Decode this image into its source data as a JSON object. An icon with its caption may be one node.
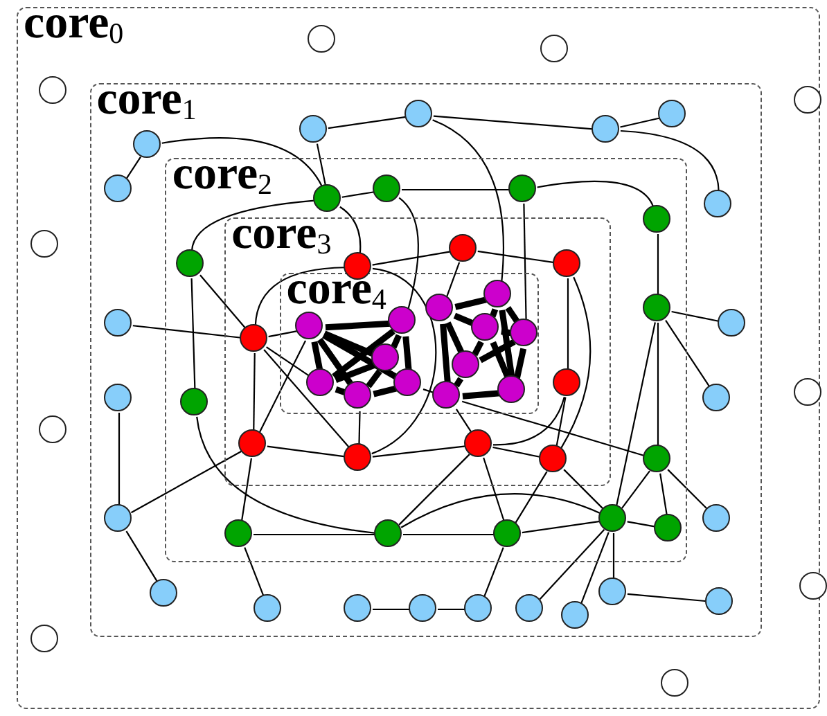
{
  "diagram": {
    "nodes": [
      {
        "text": [
          "core$_{0}$"
        ]
      },
      {
        "text": [
          "core$_{1}$"
        ],
        "in": 0
      },
      {
        "text": [
          "core$_{2}$"
        ],
        "in": 1
      },
      {
        "text": [
          "core$_{3}$"
        ],
        "in": 2
      },
      {
        "text": [
          "core$_{4}$"
        ],
        "in": 3
      },
      {
        "text": [],
        "shape": "circle",
        "in": 0
      },
      {
        "text": [],
        "shape": "circle",
        "in": 0
      },
      {
        "text": [],
        "shape": "circle",
        "in": 0
      },
      {
        "text": [],
        "shape": "circle",
        "in": 0
      },
      {
        "text": [],
        "shape": "circle",
        "in": 0
      },
      {
        "text": [],
        "shape": "circle",
        "in": 0
      },
      {
        "text": [],
        "shape": "circle",
        "in": 0
      },
      {
        "text": [],
        "shape": "circle",
        "in": 0
      },
      {
        "text": [],
        "shape": "circle",
        "in": 0
      },
      {
        "text": [],
        "shape": "circle",
        "in": 0
      },
      {
        "text": [],
        "shape": "circle",
        "in": 1
      },
      {
        "text": [],
        "shape": "circle",
        "in": 1
      },
      {
        "text": [],
        "shape": "circle",
        "in": 1
      },
      {
        "text": [],
        "shape": "circle",
        "in": 1
      },
      {
        "text": [],
        "shape": "circle",
        "in": 1
      },
      {
        "text": [],
        "shape": "circle",
        "in": 1
      },
      {
        "text": [],
        "shape": "circle",
        "in": 1
      },
      {
        "text": [],
        "shape": "circle",
        "in": 1
      },
      {
        "text": [],
        "shape": "circle",
        "in": 1
      },
      {
        "text": [],
        "shape": "circle",
        "in": 1
      },
      {
        "text": [],
        "shape": "circle",
        "in": 1
      },
      {
        "text": [],
        "shape": "circle",
        "in": 1
      },
      {
        "text": [],
        "shape": "circle",
        "in": 1
      },
      {
        "text": [],
        "shape": "circle",
        "in": 1
      },
      {
        "text": [],
        "shape": "circle",
        "in": 1
      },
      {
        "text": [],
        "shape": "circle",
        "in": 1
      },
      {
        "text": [],
        "shape": "circle",
        "in": 1
      },
      {
        "text": [],
        "shape": "circle",
        "in": 1
      },
      {
        "text": [],
        "shape": "circle",
        "in": 1
      },
      {
        "text": [],
        "shape": "circle",
        "in": 1
      },
      {
        "text": [],
        "shape": "circle",
        "in": 1
      },
      {
        "text": [],
        "shape": "circle",
        "in": 1
      },
      {
        "text": [],
        "shape": "circle",
        "in": 2
      },
      {
        "text": [],
        "shape": "circle",
        "in": 2
      },
      {
        "text": [],
        "shape": "circle",
        "in": 2
      },
      {
        "text": [],
        "shape": "circle",
        "in": 2
      },
      {
        "text": [],
        "shape": "circle",
        "in": 2
      },
      {
        "text": [],
        "shape": "circle",
        "in": 2
      },
      {
        "text": [],
        "shape": "circle",
        "in": 2
      },
      {
        "text": [],
        "shape": "circle",
        "in": 2
      },
      {
        "text": [],
        "shape": "circle",
        "in": 2
      },
      {
        "text": [],
        "shape": "circle",
        "in": 2
      },
      {
        "text": [],
        "shape": "circle",
        "in": 2
      },
      {
        "text": [],
        "shape": "circle",
        "in": 2
      },
      {
        "text": [],
        "shape": "circle",
        "in": 2
      },
      {
        "text": [],
        "shape": "circle",
        "in": 3
      },
      {
        "text": [],
        "shape": "circle",
        "in": 3
      },
      {
        "text": [],
        "shape": "circle",
        "in": 3
      },
      {
        "text": [],
        "shape": "circle",
        "in": 3
      },
      {
        "text": [],
        "shape": "circle",
        "in": 3
      },
      {
        "text": [],
        "shape": "circle",
        "in": 3
      },
      {
        "text": [],
        "shape": "circle",
        "in": 3
      },
      {
        "text": [],
        "shape": "circle",
        "in": 3
      },
      {
        "text": [],
        "shape": "circle",
        "in": 3
      },
      {
        "text": [],
        "shape": "circle",
        "in": 4
      },
      {
        "text": [],
        "shape": "circle",
        "in": 4
      },
      {
        "text": [],
        "shape": "circle",
        "in": 4
      },
      {
        "text": [],
        "shape": "circle",
        "in": 4
      },
      {
        "text": [],
        "shape": "circle",
        "in": 4
      },
      {
        "text": [],
        "shape": "circle",
        "in": 4
      },
      {
        "text": [],
        "shape": "circle",
        "in": 4
      },
      {
        "text": [],
        "shape": "circle",
        "in": 4
      },
      {
        "text": [],
        "shape": "circle",
        "in": 4
      },
      {
        "text": [],
        "shape": "circle",
        "in": 4
      },
      {
        "text": [],
        "shape": "circle",
        "in": 4
      },
      {
        "text": [],
        "shape": "circle",
        "in": 4
      },
      {
        "text": [],
        "shape": "circle",
        "in": 4
      }
    ],
    "edges": [
      {
        "from": 59,
        "to": 60,
        "arrow": "none",
        "style": "thick"
      },
      {
        "from": 59,
        "to": 61,
        "arrow": "none",
        "style": "thick"
      },
      {
        "from": 59,
        "to": 62,
        "arrow": "none",
        "style": "thick"
      },
      {
        "from": 59,
        "to": 63,
        "arrow": "none",
        "style": "thick"
      },
      {
        "from": 59,
        "to": 64,
        "arrow": "none",
        "style": "thick"
      },
      {
        "from": 60,
        "to": 61,
        "arrow": "none",
        "style": "thick"
      },
      {
        "from": 60,
        "to": 62,
        "arrow": "none",
        "style": "thick"
      },
      {
        "from": 60,
        "to": 64,
        "arrow": "none",
        "style": "thick"
      },
      {
        "from": 61,
        "to": 62,
        "arrow": "none",
        "style": "thick"
      },
      {
        "from": 61,
        "to": 63,
        "arrow": "none",
        "style": "thick"
      },
      {
        "from": 62,
        "to": 63,
        "arrow": "none",
        "style": "thick"
      },
      {
        "from": 63,
        "to": 64,
        "arrow": "none",
        "style": "thick"
      },
      {
        "from": 65,
        "to": 66,
        "arrow": "none",
        "style": "thick"
      },
      {
        "from": 65,
        "to": 67,
        "arrow": "none",
        "style": "thick"
      },
      {
        "from": 65,
        "to": 69,
        "arrow": "none",
        "style": "thick"
      },
      {
        "from": 65,
        "to": 70,
        "arrow": "none",
        "style": "thick"
      },
      {
        "from": 66,
        "to": 67,
        "arrow": "none",
        "style": "thick"
      },
      {
        "from": 66,
        "to": 68,
        "arrow": "none",
        "style": "thick"
      },
      {
        "from": 66,
        "to": 71,
        "arrow": "none",
        "style": "thick"
      },
      {
        "from": 67,
        "to": 68,
        "arrow": "none",
        "style": "thick"
      },
      {
        "from": 67,
        "to": 69,
        "arrow": "none",
        "style": "thick"
      },
      {
        "from": 67,
        "to": 71,
        "arrow": "none",
        "style": "thick"
      },
      {
        "from": 68,
        "to": 69,
        "arrow": "none",
        "style": "thick"
      },
      {
        "from": 68,
        "to": 71,
        "arrow": "none",
        "style": "thick"
      },
      {
        "from": 69,
        "to": 70,
        "arrow": "none",
        "style": "thick"
      },
      {
        "from": 70,
        "to": 71,
        "arrow": "none",
        "style": "thick"
      },
      {
        "from": 15,
        "to": 16,
        "arrow": "none"
      },
      {
        "from": 15,
        "to": 37,
        "arrow": "none"
      },
      {
        "from": 17,
        "to": 18,
        "arrow": "none"
      },
      {
        "from": 17,
        "to": 37,
        "arrow": "none"
      },
      {
        "from": 18,
        "to": 19,
        "arrow": "none"
      },
      {
        "from": 18,
        "to": 66,
        "arrow": "none"
      },
      {
        "from": 19,
        "to": 20,
        "arrow": "none"
      },
      {
        "from": 19,
        "to": 21,
        "arrow": "none"
      },
      {
        "from": 22,
        "to": 53,
        "arrow": "none"
      },
      {
        "from": 24,
        "to": 26,
        "arrow": "none"
      },
      {
        "from": 26,
        "to": 28,
        "arrow": "none"
      },
      {
        "from": 26,
        "to": 55,
        "arrow": "none"
      },
      {
        "from": 23,
        "to": 42,
        "arrow": "none"
      },
      {
        "from": 25,
        "to": 42,
        "arrow": "none"
      },
      {
        "from": 27,
        "to": 44,
        "arrow": "none"
      },
      {
        "from": 29,
        "to": 45,
        "arrow": "none"
      },
      {
        "from": 30,
        "to": 31,
        "arrow": "none"
      },
      {
        "from": 31,
        "to": 32,
        "arrow": "none"
      },
      {
        "from": 32,
        "to": 47,
        "arrow": "none"
      },
      {
        "from": 33,
        "to": 48,
        "arrow": "none"
      },
      {
        "from": 34,
        "to": 48,
        "arrow": "none"
      },
      {
        "from": 35,
        "to": 48,
        "arrow": "none"
      },
      {
        "from": 35,
        "to": 36,
        "arrow": "none"
      },
      {
        "from": 37,
        "to": 38,
        "arrow": "none"
      },
      {
        "from": 37,
        "to": 41,
        "arrow": "none"
      },
      {
        "from": 37,
        "to": 50,
        "arrow": "none"
      },
      {
        "from": 38,
        "to": 39,
        "arrow": "none"
      },
      {
        "from": 38,
        "to": 60,
        "arrow": "none"
      },
      {
        "from": 39,
        "to": 40,
        "arrow": "none"
      },
      {
        "from": 39,
        "to": 68,
        "arrow": "none"
      },
      {
        "from": 40,
        "to": 42,
        "arrow": "none"
      },
      {
        "from": 41,
        "to": 53,
        "arrow": "none"
      },
      {
        "from": 41,
        "to": 43,
        "arrow": "none"
      },
      {
        "from": 42,
        "to": 48,
        "arrow": "none"
      },
      {
        "from": 42,
        "to": 44,
        "arrow": "none"
      },
      {
        "from": 43,
        "to": 46,
        "arrow": "none"
      },
      {
        "from": 44,
        "to": 48,
        "arrow": "none"
      },
      {
        "from": 44,
        "to": 49,
        "arrow": "none"
      },
      {
        "from": 44,
        "to": 70,
        "arrow": "none"
      },
      {
        "from": 45,
        "to": 55,
        "arrow": "none"
      },
      {
        "from": 45,
        "to": 46,
        "arrow": "none"
      },
      {
        "from": 46,
        "to": 47,
        "arrow": "none"
      },
      {
        "from": 46,
        "to": 48,
        "arrow": "none"
      },
      {
        "from": 46,
        "to": 57,
        "arrow": "none"
      },
      {
        "from": 47,
        "to": 57,
        "arrow": "none"
      },
      {
        "from": 47,
        "to": 58,
        "arrow": "none"
      },
      {
        "from": 47,
        "to": 48,
        "arrow": "none"
      },
      {
        "from": 48,
        "to": 49,
        "arrow": "none"
      },
      {
        "from": 48,
        "to": 58,
        "arrow": "none"
      },
      {
        "from": 50,
        "to": 51,
        "arrow": "none"
      },
      {
        "from": 50,
        "to": 53,
        "arrow": "none"
      },
      {
        "from": 50,
        "to": 56,
        "arrow": "none"
      },
      {
        "from": 51,
        "to": 52,
        "arrow": "none"
      },
      {
        "from": 51,
        "to": 65,
        "arrow": "none"
      },
      {
        "from": 52,
        "to": 54,
        "arrow": "none"
      },
      {
        "from": 52,
        "to": 58,
        "arrow": "none"
      },
      {
        "from": 53,
        "to": 55,
        "arrow": "none"
      },
      {
        "from": 53,
        "to": 59,
        "arrow": "none"
      },
      {
        "from": 53,
        "to": 62,
        "arrow": "none"
      },
      {
        "from": 53,
        "to": 56,
        "arrow": "none"
      },
      {
        "from": 55,
        "to": 59,
        "arrow": "none"
      },
      {
        "from": 55,
        "to": 56,
        "arrow": "none"
      },
      {
        "from": 56,
        "to": 57,
        "arrow": "none"
      },
      {
        "from": 56,
        "to": 63,
        "arrow": "none"
      },
      {
        "from": 57,
        "to": 58,
        "arrow": "none"
      },
      {
        "from": 57,
        "to": 54,
        "arrow": "none"
      },
      {
        "from": 57,
        "to": 70,
        "arrow": "none"
      },
      {
        "from": 54,
        "to": 58,
        "arrow": "none"
      },
      {
        "from": 64,
        "to": 70,
        "arrow": "none"
      }
    ]
  }
}
